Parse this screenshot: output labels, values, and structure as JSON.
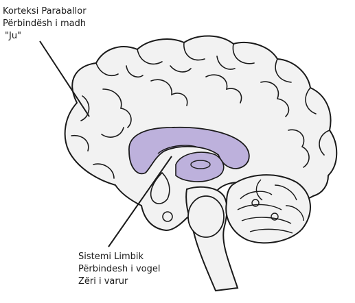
{
  "labels": {
    "top": {
      "line1": "Korteksi Paraballor",
      "line2": "Përbindësh i madh",
      "line3": "\"Ju\""
    },
    "bottom": {
      "line1": "Sistemi Limbik",
      "line2": "Përbindesh i vogel",
      "line3": "Zëri i varur"
    }
  },
  "colors": {
    "outline": "#1a1a1a",
    "brain_fill": "#f2f2f2",
    "limbic_fill": "#bdb1dc"
  }
}
